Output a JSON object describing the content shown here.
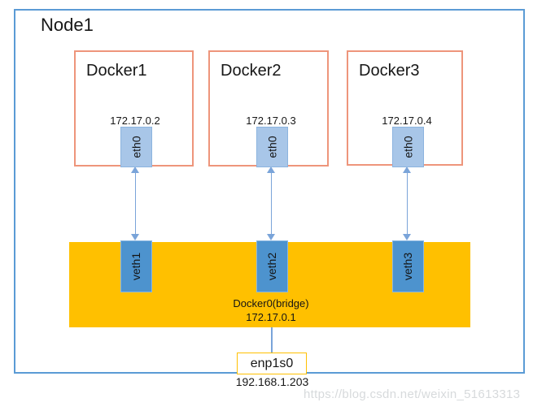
{
  "node": {
    "label": "Node1"
  },
  "containers": [
    {
      "name": "Docker1",
      "ip": "172.17.0.2",
      "interface": "eth0",
      "veth": "veth1"
    },
    {
      "name": "Docker2",
      "ip": "172.17.0.3",
      "interface": "eth0",
      "veth": "veth2"
    },
    {
      "name": "Docker3",
      "ip": "172.17.0.4",
      "interface": "eth0",
      "veth": "veth3"
    }
  ],
  "bridge": {
    "name": "Docker0(bridge)",
    "ip": "172.17.0.1"
  },
  "host_interface": {
    "name": "enp1s0",
    "ip": "192.168.1.203"
  },
  "watermark": "https://blog.csdn.net/weixin_51613313",
  "colors": {
    "node_border": "#5B9BD5",
    "container_border": "#EE957B",
    "eth_fill": "#A8C6E8",
    "veth_fill": "#4D93CE",
    "bridge_fill": "#FFC000",
    "host_interface_border": "#FFC000",
    "arrow": "#7AA4D9",
    "watermark_text": "#D7DADC"
  }
}
